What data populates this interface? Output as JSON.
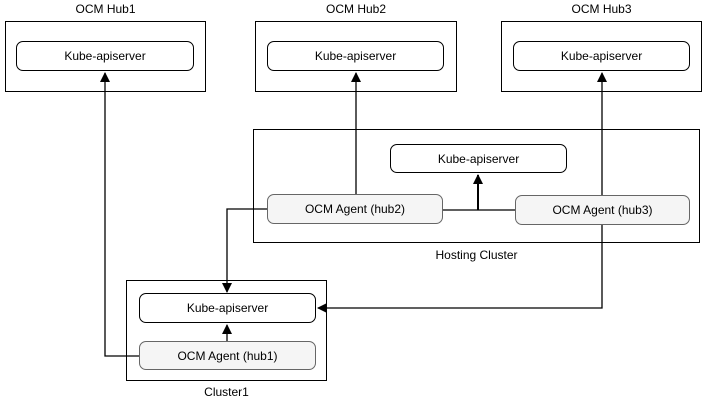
{
  "diagram": {
    "title_implied": "OCM multi-hub hosted-mode architecture",
    "hubs": [
      {
        "title": "OCM Hub1",
        "apiserver_label": "Kube-apiserver"
      },
      {
        "title": "OCM Hub2",
        "apiserver_label": "Kube-apiserver"
      },
      {
        "title": "OCM Hub3",
        "apiserver_label": "Kube-apiserver"
      }
    ],
    "hosting_cluster": {
      "label": "Hosting Cluster",
      "apiserver_label": "Kube-apiserver",
      "agents": [
        {
          "label": "OCM Agent (hub2)"
        },
        {
          "label": "OCM Agent (hub3)"
        }
      ]
    },
    "cluster1": {
      "label": "Cluster1",
      "apiserver_label": "Kube-apiserver",
      "agent_label": "OCM Agent (hub1)"
    },
    "connections": [
      "OCM Agent (hub1) -> OCM Hub1 Kube-apiserver",
      "OCM Agent (hub2) -> OCM Hub2 Kube-apiserver",
      "OCM Agent (hub3) -> OCM Hub3 Kube-apiserver",
      "OCM Agent (hub2) -> Cluster1 Kube-apiserver",
      "OCM Agent (hub3) -> Cluster1 Kube-apiserver",
      "OCM Agents (hub2, hub3) -> Hosting Cluster Kube-apiserver",
      "OCM Agent (hub1) -> Cluster1 Kube-apiserver"
    ],
    "colors": {
      "background": "#ffffff",
      "box_fill": "#ffffff",
      "box_border": "#000000",
      "agent_fill": "#f5f5f5",
      "agent_border": "#666666",
      "line": "#000000",
      "text": "#000000"
    }
  }
}
